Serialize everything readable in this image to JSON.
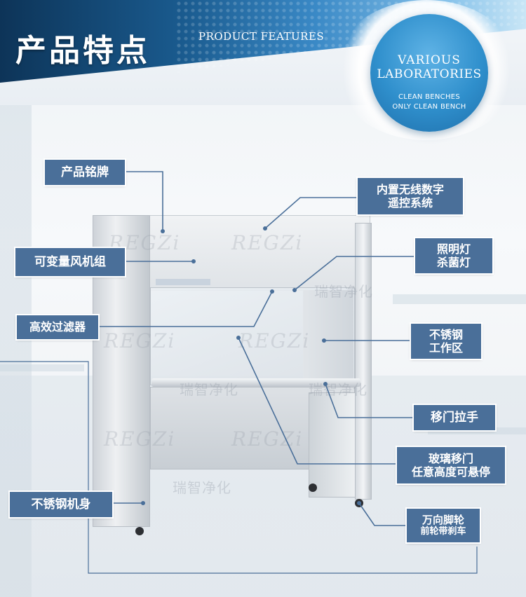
{
  "header": {
    "title_cn": "产品特点",
    "title_en": "PRODUCT FEATURES"
  },
  "badge": {
    "line1": "VARIOUS",
    "line2": "LABORATORIES",
    "line3": "CLEAN BENCHES",
    "line4": "ONLY CLEAN BENCH"
  },
  "watermark": {
    "brand": "REGZi",
    "brand_cn": "瑞智净化"
  },
  "callouts": {
    "nameplate": "产品铭牌",
    "wireless_remote_1": "内置无线数字",
    "wireless_remote_2": "遥控系统",
    "fan_unit": "可变量风机组",
    "lamp_1": "照明灯",
    "lamp_2": "杀菌灯",
    "hepa_filter": "高效过滤器",
    "work_zone_1": "不锈钢",
    "work_zone_2": "工作区",
    "door_handle": "移门拉手",
    "glass_door_1": "玻璃移门",
    "glass_door_2": "任意高度可悬停",
    "body": "不锈钢机身",
    "caster_1": "万向脚轮",
    "caster_2": "前轮带刹车"
  },
  "colors": {
    "callout_bg": "#4a6f99",
    "line": "#4a6f99",
    "header_dark": "#0d3458",
    "badge_blue": "#2f8fcc"
  }
}
